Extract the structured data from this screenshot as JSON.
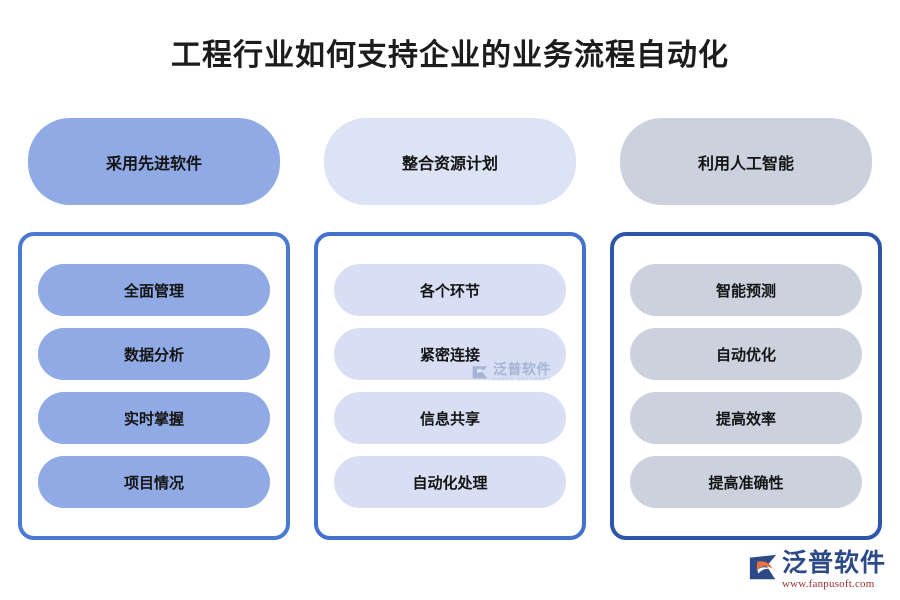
{
  "title": "工程行业如何支持企业的业务流程自动化",
  "columns": [
    {
      "header": "采用先进软件",
      "header_color": "#8FAAE5",
      "border_color": "#4A7BD0",
      "pill_color": "#8FAAE5",
      "items": [
        "全面管理",
        "数据分析",
        "实时掌握",
        "项目情况"
      ]
    },
    {
      "header": "整合资源计划",
      "header_color": "#DCE3F5",
      "border_color": "#4271CE",
      "pill_color": "#D8DFF4",
      "items": [
        "各个环节",
        "紧密连接",
        "信息共享",
        "自动化处理"
      ]
    },
    {
      "header": "利用人工智能",
      "header_color": "#CBD2DE",
      "border_color": "#2E56A8",
      "pill_color": "#CBD2DE",
      "items": [
        "智能预测",
        "自动优化",
        "提高效率",
        "提高准确性"
      ]
    }
  ],
  "watermark": {
    "cn": "泛普软件",
    "en": "FANPU SOFTWARE"
  },
  "brand": {
    "name": "泛普软件",
    "url": "www.fanpusoft.com"
  }
}
